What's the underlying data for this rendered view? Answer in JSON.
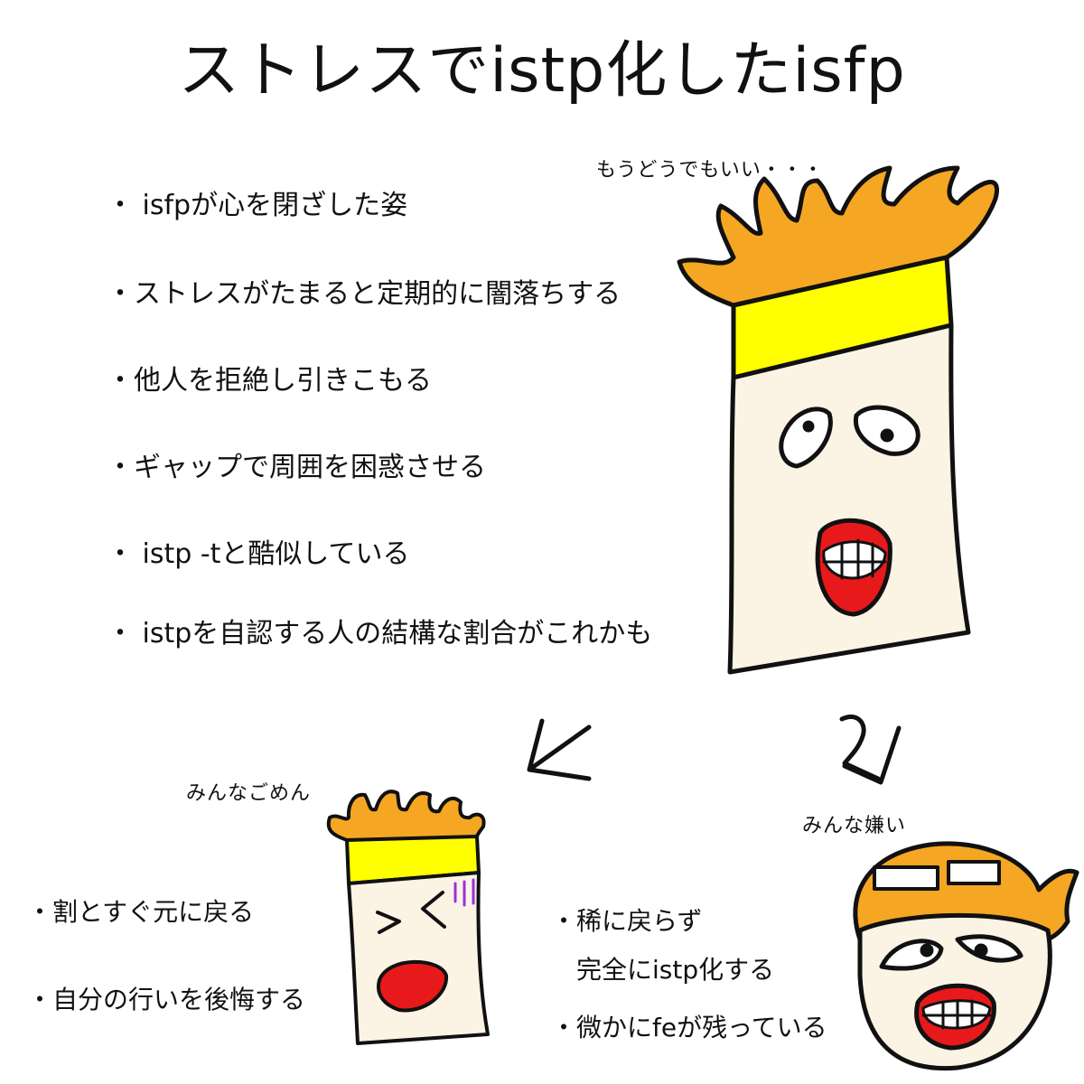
{
  "title": "ストレスでistp化したisfp",
  "main": {
    "speech": "もうどうでもいい・・・",
    "bullets": [
      "・ isfpが心を閉ざした姿",
      "・ストレスがたまると定期的に闇落ちする",
      "・他人を拒絶し引きこもる",
      "・ギャップで周囲を困惑させる",
      "・ istp -tと酷似している",
      "・ istpを自認する人の結構な割合がこれかも"
    ]
  },
  "left_branch": {
    "speech": "みんなごめん",
    "notes": [
      "・割とすぐ元に戻る",
      "・自分の行いを後悔する"
    ]
  },
  "right_branch": {
    "speech": "みんな嫌い",
    "notes": [
      "・稀に戻らず",
      "完全にistp化する",
      "・微かにfeが残っている"
    ]
  },
  "colors": {
    "hair": "#f5a623",
    "headband": "#ffff00",
    "face": "#fbf3e4",
    "mouth": "#e8191b",
    "outline": "#111111"
  }
}
